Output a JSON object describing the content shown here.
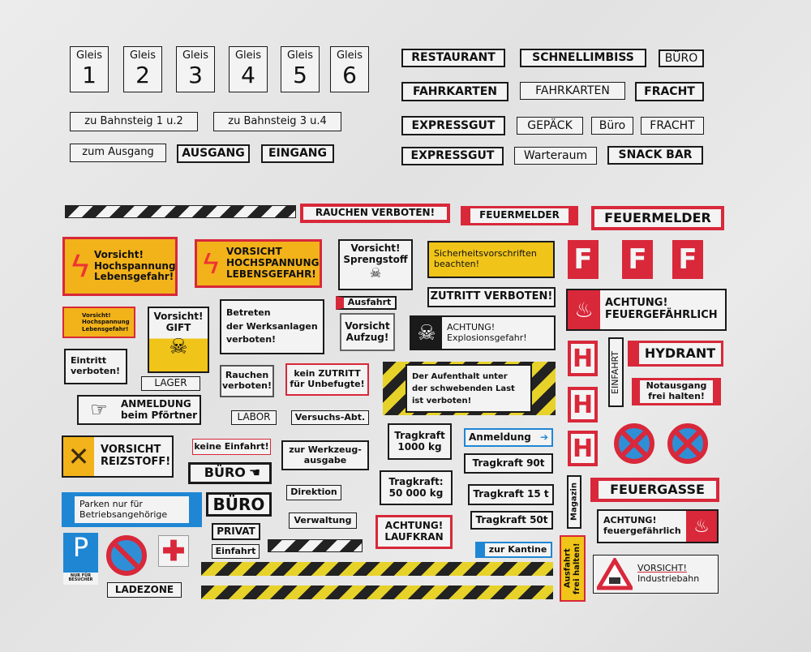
{
  "gleis": [
    {
      "label": "Gleis",
      "num": "1"
    },
    {
      "label": "Gleis",
      "num": "2"
    },
    {
      "label": "Gleis",
      "num": "3"
    },
    {
      "label": "Gleis",
      "num": "4"
    },
    {
      "label": "Gleis",
      "num": "5"
    },
    {
      "label": "Gleis",
      "num": "6"
    }
  ],
  "top_left": {
    "bahnsteig1": "zu Bahnsteig 1 u.2",
    "bahnsteig3": "zu Bahnsteig 3 u.4",
    "zum_ausgang": "zum Ausgang",
    "ausgang": "AUSGANG",
    "eingang": "EINGANG"
  },
  "top_right": {
    "restaurant": "RESTAURANT",
    "schnellimbiss": "SCHNELLIMBISS",
    "buero1": "BÜRO",
    "fahrkarten1": "FAHRKARTEN",
    "fahrkarten2": "FAHRKARTEN",
    "fracht1": "FRACHT",
    "expressgut1": "EXPRESSGUT",
    "gepaeck": "GEPÄCK",
    "buero2": "Büro",
    "fracht2": "FRACHT",
    "expressgut2": "EXPRESSGUT",
    "warteraum": "Warteraum",
    "snackbar": "SNACK BAR"
  },
  "signs": {
    "rauchen_verboten": "RAUCHEN VERBOTEN!",
    "feuermelder_arrow": "FEUERMELDER",
    "feuermelder": "FEUERMELDER",
    "hochspannung1": [
      "Vorsicht!",
      "Hochspannung",
      "Lebensgefahr!"
    ],
    "hochspannung2": [
      "VORSICHT",
      "HOCHSPANNUNG",
      "LEBENSGEFAHR!"
    ],
    "hochspannung3": [
      "Vorsicht!",
      "Hochspannung",
      "Lebensgefahr!"
    ],
    "sprengstoff": [
      "Vorsicht!",
      "Sprengstoff"
    ],
    "sicherheit": [
      "Sicherheitsvorschriften",
      "beachten!"
    ],
    "f_letter": "F",
    "zutritt_verboten": "ZUTRITT VERBOTEN!",
    "feuergefaehrlich": [
      "ACHTUNG!",
      "FEUERGEFÄHRLICH"
    ],
    "gift": [
      "Vorsicht!",
      "GIFT"
    ],
    "betreten": [
      "Betreten",
      "der Werksanlagen",
      "verboten!"
    ],
    "ausfahrt": "Ausfahrt",
    "aufzug": [
      "Vorsicht",
      "Aufzug!"
    ],
    "explosion": [
      "ACHTUNG!",
      "Explosionsgefahr!"
    ],
    "h_letter": "H",
    "einfahrt_vert": "EINFAHRT",
    "hydrant": "HYDRANT",
    "notausgang": [
      "Notausgang",
      "frei halten!"
    ],
    "eintritt": [
      "Eintritt",
      "verboten!"
    ],
    "lager": "LAGER",
    "rauchen": [
      "Rauchen",
      "verboten!"
    ],
    "kein_zutritt": [
      "kein ZUTRITT",
      "für Unbefugte!"
    ],
    "aufenthalt": [
      "Der Aufenthalt unter",
      "der schwebenden Last",
      "ist verboten!"
    ],
    "anmeldung_pfoertner": [
      "ANMELDUNG",
      "beim Pförtner"
    ],
    "labor": "LABOR",
    "versuchs": "Versuchs-Abt.",
    "tragkraft1000": [
      "Tragkraft",
      "1000 kg"
    ],
    "anmeldung": "Anmeldung",
    "reizstoff": [
      "VORSICHT",
      "REIZSTOFF!"
    ],
    "keine_einfahrt": "keine Einfahrt!",
    "werkzeug": [
      "zur Werkzeug-",
      "ausgabe"
    ],
    "tragkraft90": "Tragkraft 90t",
    "buero_hand": "BÜRO",
    "tragkraft50000": [
      "Tragkraft:",
      "50 000 kg"
    ],
    "tragkraft15": "Tragkraft 15 t",
    "magazin": "Magazin",
    "feuergasse": "FEUERGASSE",
    "parken": [
      "Parken nur für",
      "Betriebsangehörige"
    ],
    "buero_big": "BÜRO",
    "direktion": "Direktion",
    "verwaltung": "Verwaltung",
    "tragkraft50": "Tragkraft 50t",
    "feuergefaehrlich2": [
      "ACHTUNG!",
      "feuergefährlich"
    ],
    "laufkran": [
      "ACHTUNG!",
      "LAUFKRAN"
    ],
    "privat": "PRIVAT",
    "kantine": "zur Kantine",
    "ausfahrt_frei": [
      "Ausfahrt",
      "frei halten!"
    ],
    "industriebahn": [
      "VORSICHT!",
      "Industriebahn"
    ],
    "parking_p": "P",
    "parking_sub": "NUR FÜR BESUCHER",
    "einfahrt": "Einfahrt",
    "ladezone": "LADEZONE"
  },
  "colors": {
    "red": "#d8283a",
    "yellow": "#f0c419",
    "blue": "#1f86d4",
    "black": "#1a1a1a"
  }
}
